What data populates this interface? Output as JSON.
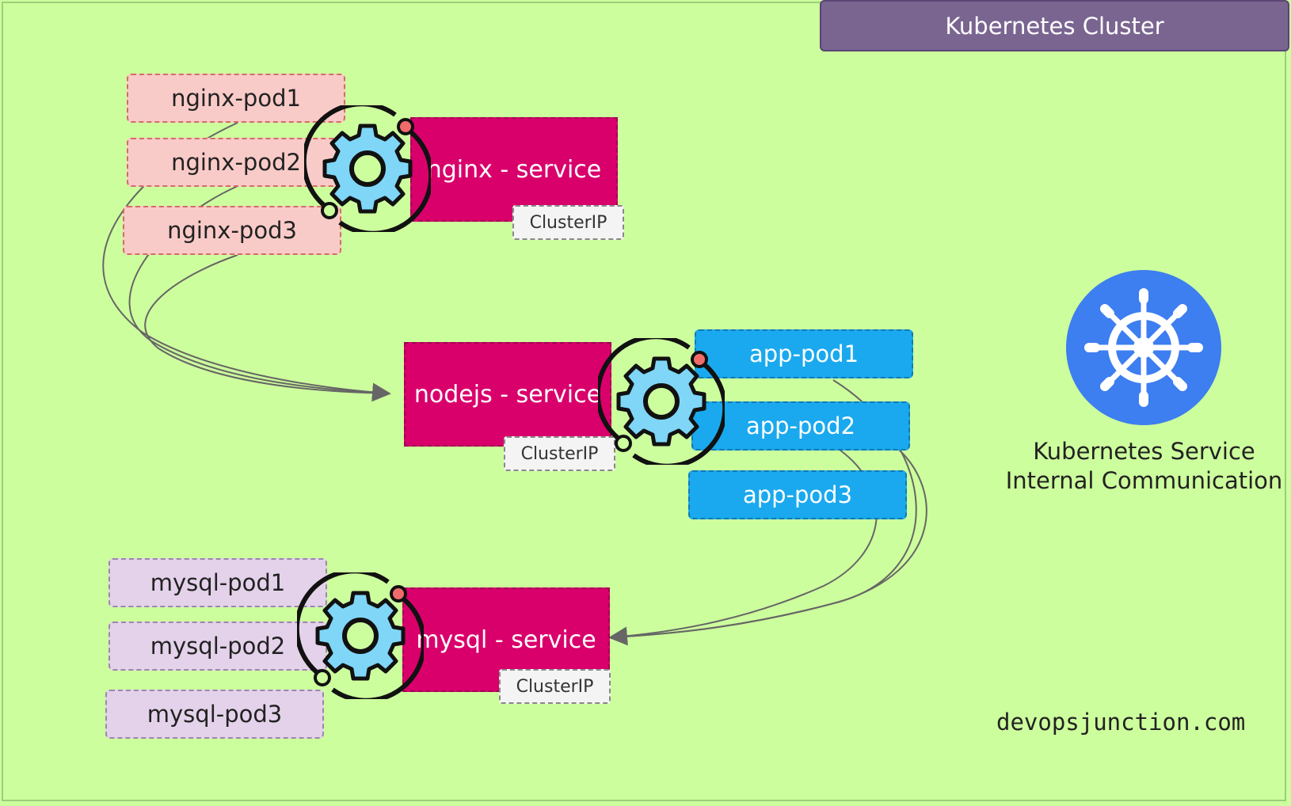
{
  "banner": {
    "title": "Kubernetes Cluster"
  },
  "nginx": {
    "pods": [
      "nginx-pod1",
      "nginx-pod2",
      "nginx-pod3"
    ],
    "service": "nginx - service",
    "type": "ClusterIP"
  },
  "nodejs": {
    "pods": [
      "app-pod1",
      "app-pod2",
      "app-pod3"
    ],
    "service": "nodejs - service",
    "type": "ClusterIP"
  },
  "mysql": {
    "pods": [
      "mysql-pod1",
      "mysql-pod2",
      "mysql-pod3"
    ],
    "service": "mysql - service",
    "type": "ClusterIP"
  },
  "legend": {
    "line1": "Kubernetes Service",
    "line2": "Internal Communication",
    "icon": "helm-wheel-icon"
  },
  "footer": {
    "site": "devopsjunction.com"
  },
  "colors": {
    "background": "#cdfe9d",
    "banner": "#7a6591",
    "service": "#d9006c",
    "nginx_pod": "#f9cbc8",
    "app_pod": "#1aa9ee",
    "mysql_pod": "#e3d2ea",
    "k8s_logo": "#3d7ef0"
  }
}
